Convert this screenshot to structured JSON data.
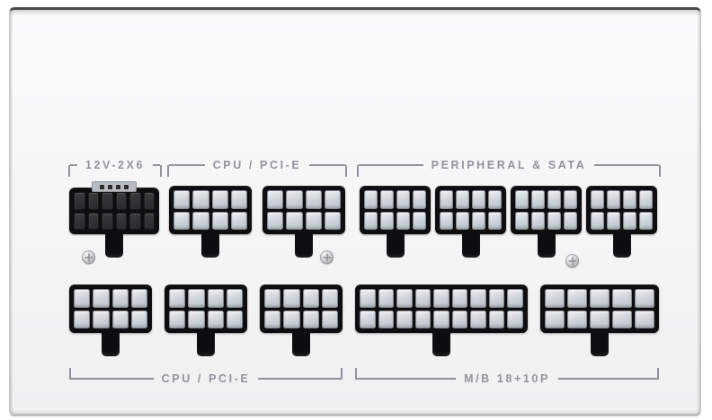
{
  "colors": {
    "panel": "#f5f5f6",
    "print": "#8f949a",
    "connector_housing": "#0e0e10",
    "pin_light": "#ccd1d8",
    "pin_dark": "#323234"
  },
  "brackets": [
    {
      "id": "bkt-12v",
      "label": "12V-2X6"
    },
    {
      "id": "bkt-cpu-top",
      "label": "CPU / PCI-E"
    },
    {
      "id": "bkt-peripheral",
      "label": "PERIPHERAL & SATA"
    },
    {
      "id": "bkt-cpu-bottom",
      "label": "CPU / PCI-E"
    },
    {
      "id": "bkt-mb",
      "label": "M/B 18+10P"
    }
  ],
  "connectors": [
    {
      "id": "12v-2x6",
      "rows": 2,
      "cols": 6,
      "pin_style": "dark",
      "sense_pins": 4
    },
    {
      "id": "cpu-pcie-top-1",
      "rows": 2,
      "cols": 4,
      "pin_style": "light"
    },
    {
      "id": "cpu-pcie-top-2",
      "rows": 2,
      "cols": 4,
      "pin_style": "light"
    },
    {
      "id": "peripheral-1",
      "rows": 2,
      "cols": 4,
      "pin_style": "light"
    },
    {
      "id": "peripheral-2",
      "rows": 2,
      "cols": 4,
      "pin_style": "light"
    },
    {
      "id": "peripheral-3",
      "rows": 2,
      "cols": 4,
      "pin_style": "light"
    },
    {
      "id": "peripheral-4",
      "rows": 2,
      "cols": 4,
      "pin_style": "light"
    },
    {
      "id": "cpu-pcie-bottom-1",
      "rows": 2,
      "cols": 4,
      "pin_style": "light"
    },
    {
      "id": "cpu-pcie-bottom-2",
      "rows": 2,
      "cols": 4,
      "pin_style": "light"
    },
    {
      "id": "cpu-pcie-bottom-3",
      "rows": 2,
      "cols": 4,
      "pin_style": "light"
    },
    {
      "id": "mb-18p",
      "rows": 2,
      "cols": 9,
      "pin_style": "light"
    },
    {
      "id": "mb-10p",
      "rows": 2,
      "cols": 5,
      "pin_style": "light"
    }
  ],
  "screw_count": 3
}
